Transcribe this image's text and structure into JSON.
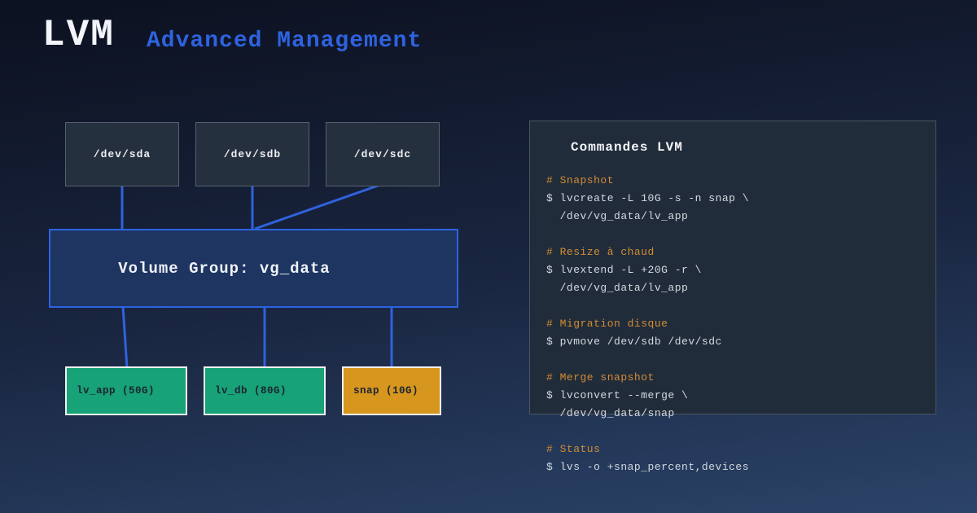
{
  "header": {
    "logo": "LVM",
    "subtitle": "Advanced Management"
  },
  "diagram": {
    "disks": [
      {
        "label": "/dev/sda"
      },
      {
        "label": "/dev/sdb"
      },
      {
        "label": "/dev/sdc"
      }
    ],
    "volume_group": {
      "label": "Volume Group: vg_data"
    },
    "logical_volumes": [
      {
        "label": "lv_app (50G)",
        "color": "#18a277"
      },
      {
        "label": "lv_db (80G)",
        "color": "#18a277"
      },
      {
        "label": "snap (10G)",
        "color": "#d7961d"
      }
    ]
  },
  "panel": {
    "title": "Commandes LVM",
    "sections": [
      {
        "comment": "# Snapshot",
        "lines": [
          "$ lvcreate -L 10G -s -n snap \\",
          "  /dev/vg_data/lv_app"
        ]
      },
      {
        "comment": "# Resize à chaud",
        "lines": [
          "$ lvextend -L +20G -r \\",
          "  /dev/vg_data/lv_app"
        ]
      },
      {
        "comment": "# Migration disque",
        "lines": [
          "$ pvmove /dev/sdb /dev/sdc"
        ]
      },
      {
        "comment": "# Merge snapshot",
        "lines": [
          "$ lvconvert --merge \\",
          "  /dev/vg_data/snap"
        ]
      },
      {
        "comment": "# Status",
        "lines": [
          "$ lvs -o +snap_percent,devices"
        ]
      }
    ]
  },
  "colors": {
    "background_top": "#0c1120",
    "background_bottom": "#2c4368",
    "accent_blue_text": "#2e63e0",
    "connector_blue": "#2f62dd",
    "disk_fill": "#25303f",
    "disk_border": "#56616f",
    "vg_fill": "#1d3560",
    "vg_border": "#2d63e3",
    "lv_green": "#18a277",
    "snap_orange": "#d7961d",
    "panel_fill": "#212c3a",
    "panel_border": "#4a5562",
    "comment_orange": "#d28c35",
    "code_text": "#d3d9e0",
    "title_white": "#f2f4f9"
  }
}
